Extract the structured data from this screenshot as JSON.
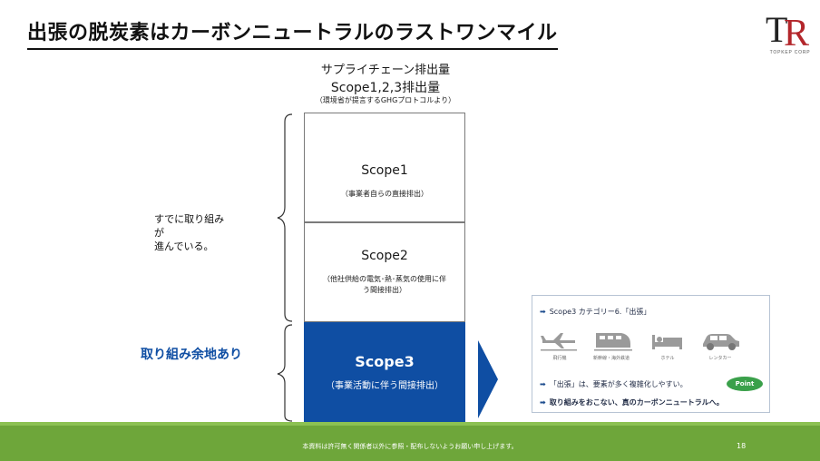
{
  "title": "出張の脱炭素はカーボンニュートラルのラストワンマイル",
  "logo": {
    "tagline": "TOPKEP CORP"
  },
  "header": {
    "line1": "サプライチェーン排出量",
    "line2": "Scope1,2,3排出量",
    "line3": "（環境省が提言するGHGプロトコルより）"
  },
  "scopes": [
    {
      "name": "Scope1",
      "desc": "（事業者自らの直接排出）"
    },
    {
      "name": "Scope2",
      "desc_line1": "（他社供給の電気･熱･蒸気の使用に伴",
      "desc_line2": "う間接排出）"
    },
    {
      "name": "Scope3",
      "desc": "（事業活動に伴う間接排出）"
    }
  ],
  "left_labels": {
    "progress_line1": "すでに取り組み",
    "progress_line2": "が",
    "progress_line3": "進んでいる。",
    "remaining": "取り組み余地あり"
  },
  "info_box": {
    "row1": "Scope3 カテゴリー6.「出張」",
    "transport": [
      "飛行機",
      "新幹線・海外鉄道",
      "ホテル",
      "レンタカー"
    ],
    "row2": "「出張」は、要素が多く複雑化しやすい。",
    "point": "Point",
    "row3": "取り組みをおこない、真のカーボンニュートラルへ。"
  },
  "colors": {
    "scope3": "#0f4ea3",
    "footer": "#6ea63a",
    "logo_red": "#b3262b"
  },
  "footer": {
    "text": "本資料は許可無く関係者以外に参照・配布しないようお願い申し上げます。",
    "page": "18"
  }
}
